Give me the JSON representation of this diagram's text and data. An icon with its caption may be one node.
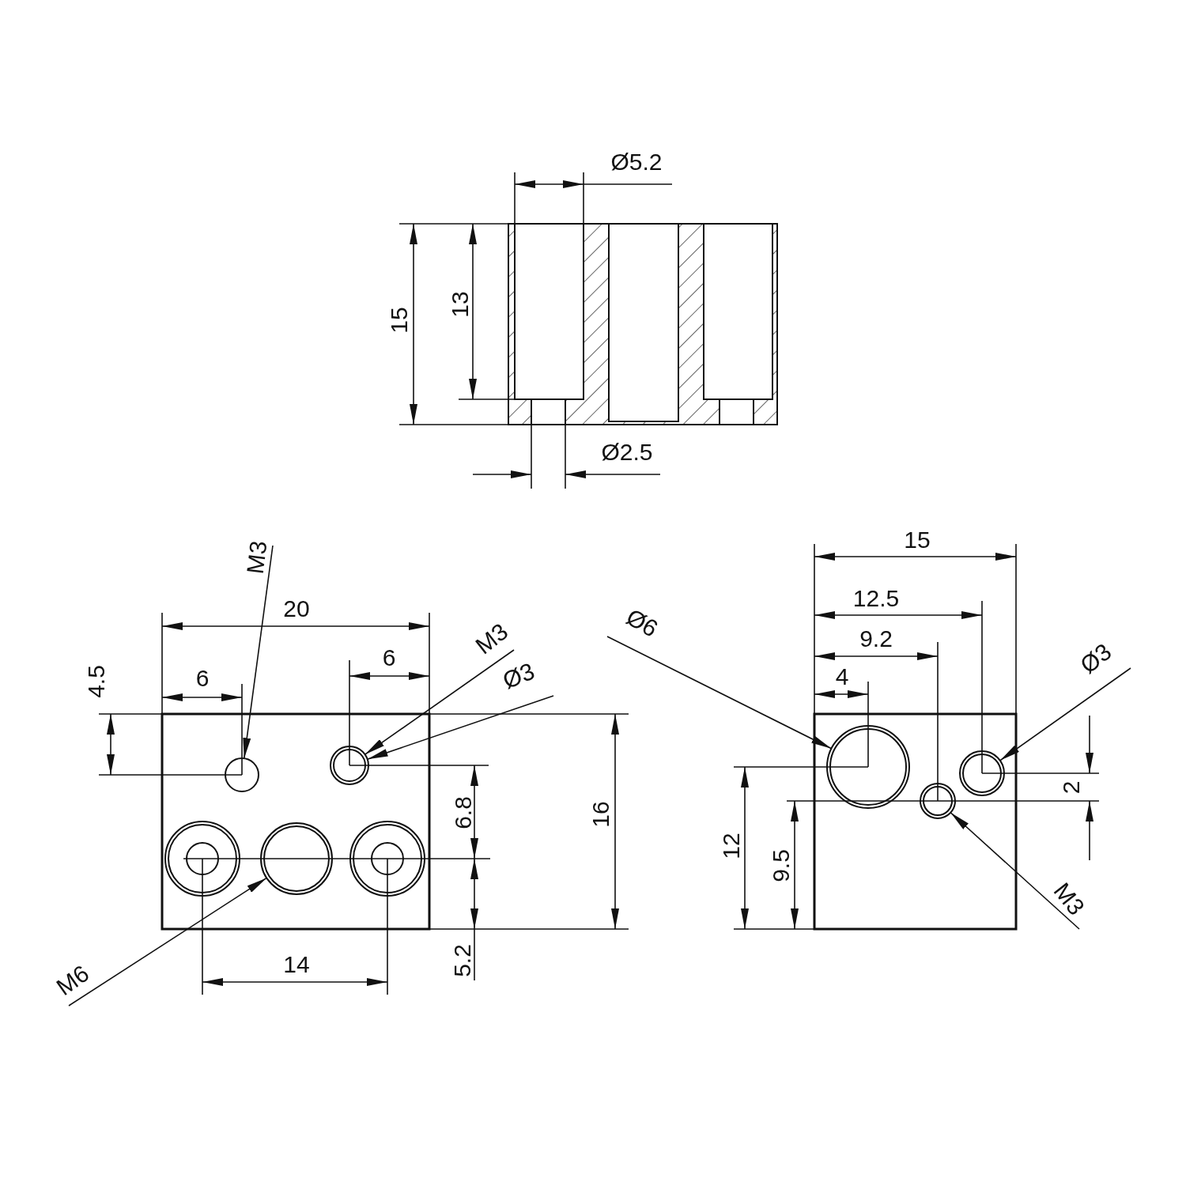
{
  "diagram": {
    "nodes": [
      {
        "text": [
          "M3"
        ]
      },
      {
        "text": [],
        "shape": "circle"
      },
      {
        "text": [
          "M3"
        ]
      },
      {
        "text": [],
        "shape": "circle"
      },
      {
        "text": [
          "Ø3"
        ]
      },
      {
        "text": [
          "M6"
        ]
      },
      {
        "text": [],
        "shape": "circle"
      },
      {
        "text": [
          "Ø6"
        ]
      },
      {
        "text": [],
        "shape": "circle"
      },
      {
        "text": [
          "Ø3"
        ]
      },
      {
        "text": [],
        "shape": "circle"
      },
      {
        "text": [
          "M3"
        ]
      },
      {
        "text": [],
        "shape": "circle"
      }
    ],
    "edges": [
      {
        "from": 0,
        "to": 1,
        "arrow": "to"
      },
      {
        "from": 2,
        "to": 3,
        "arrow": "to"
      },
      {
        "from": 4,
        "to": 3,
        "arrow": "to"
      },
      {
        "from": 5,
        "to": 6,
        "arrow": "to"
      },
      {
        "from": 7,
        "to": 8,
        "arrow": "to"
      },
      {
        "from": 9,
        "to": 10,
        "arrow": "to"
      },
      {
        "from": 11,
        "to": 12,
        "arrow": "to"
      }
    ],
    "labels": [
      "Ø5.2",
      "15",
      "13",
      "Ø2.5",
      "20",
      "6",
      "6",
      "4.5",
      "6.8",
      "16",
      "5.2",
      "14",
      "15",
      "12.5",
      "9.2",
      "4",
      "2",
      "12",
      "9.5"
    ]
  }
}
